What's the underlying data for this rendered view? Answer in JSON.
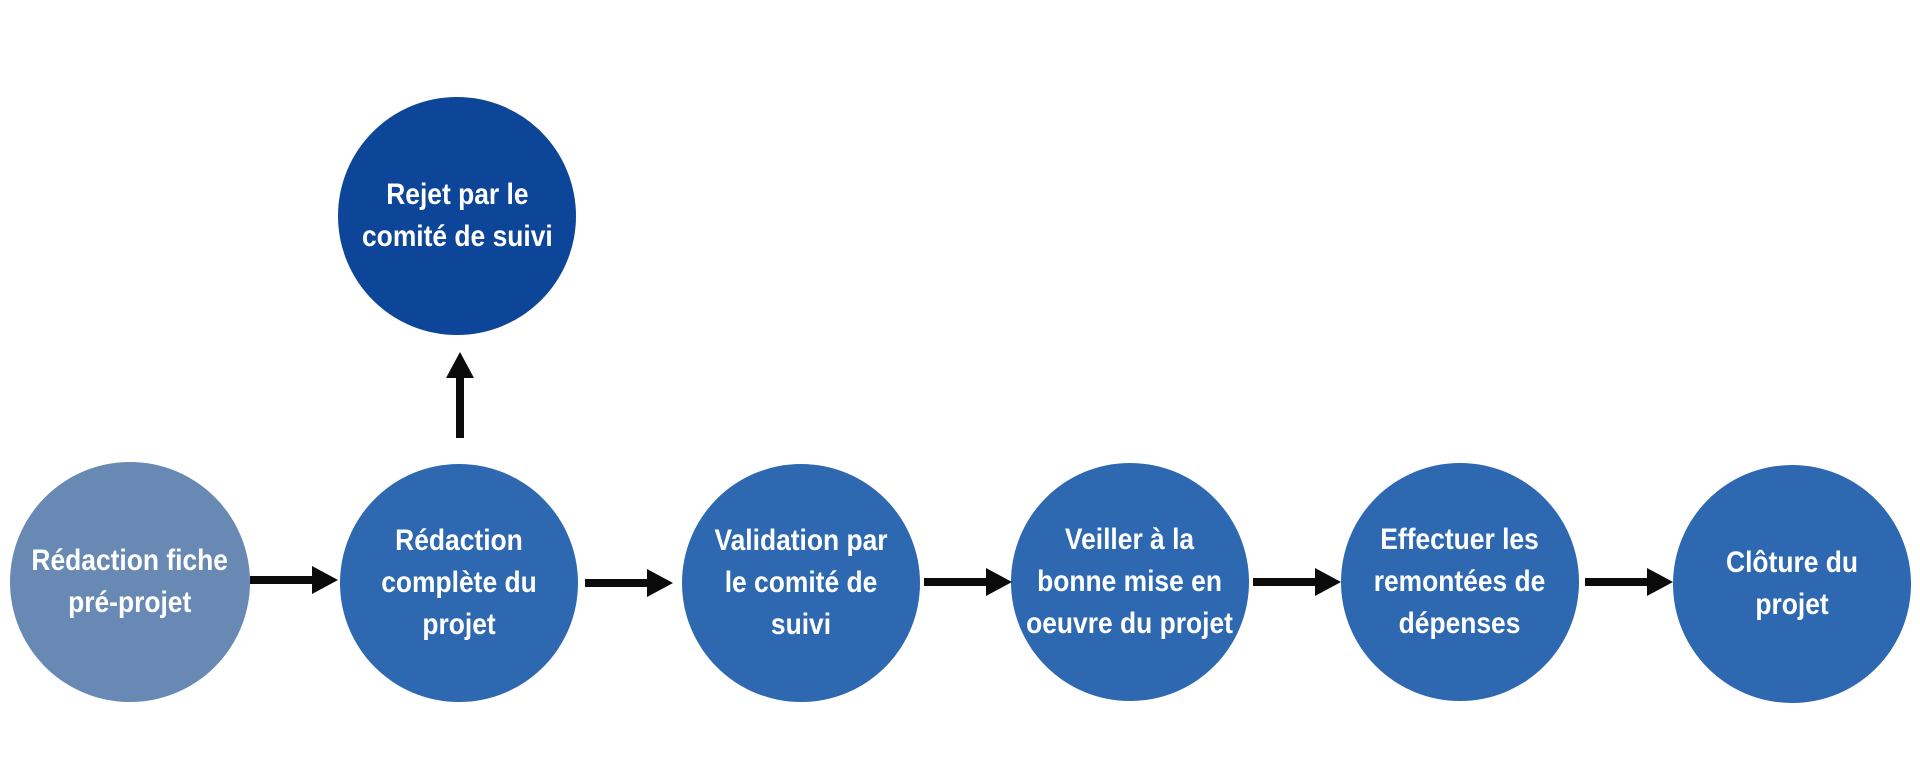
{
  "diagram": {
    "type": "flowchart",
    "background_color": "#ffffff",
    "text_color": "#ffffff",
    "arrow_color": "#0b0b0b",
    "colors": {
      "start_node": "#6889b4",
      "process_node": "#2d68b1",
      "reject_node": "#0d4598"
    },
    "nodes": {
      "pre_projet": {
        "label": "Rédaction fiche\npré-projet"
      },
      "redaction": {
        "label": "Rédaction\ncomplète du projet"
      },
      "rejet": {
        "label": "Rejet par le\ncomité de suivi"
      },
      "validation": {
        "label": "Validation par\nle comité de suivi"
      },
      "mise_en_oeuvre": {
        "label": "Veiller à la\nbonne mise en\noeuvre du projet"
      },
      "remontees": {
        "label": "Effectuer les\nremontées de\ndépenses"
      },
      "cloture": {
        "label": "Clôture du\nprojet"
      }
    },
    "edges": [
      {
        "from": "pre_projet",
        "to": "redaction",
        "direction": "right"
      },
      {
        "from": "redaction",
        "to": "rejet",
        "direction": "up"
      },
      {
        "from": "redaction",
        "to": "validation",
        "direction": "right"
      },
      {
        "from": "validation",
        "to": "mise_en_oeuvre",
        "direction": "right"
      },
      {
        "from": "mise_en_oeuvre",
        "to": "remontees",
        "direction": "right"
      },
      {
        "from": "remontees",
        "to": "cloture",
        "direction": "right"
      }
    ]
  }
}
